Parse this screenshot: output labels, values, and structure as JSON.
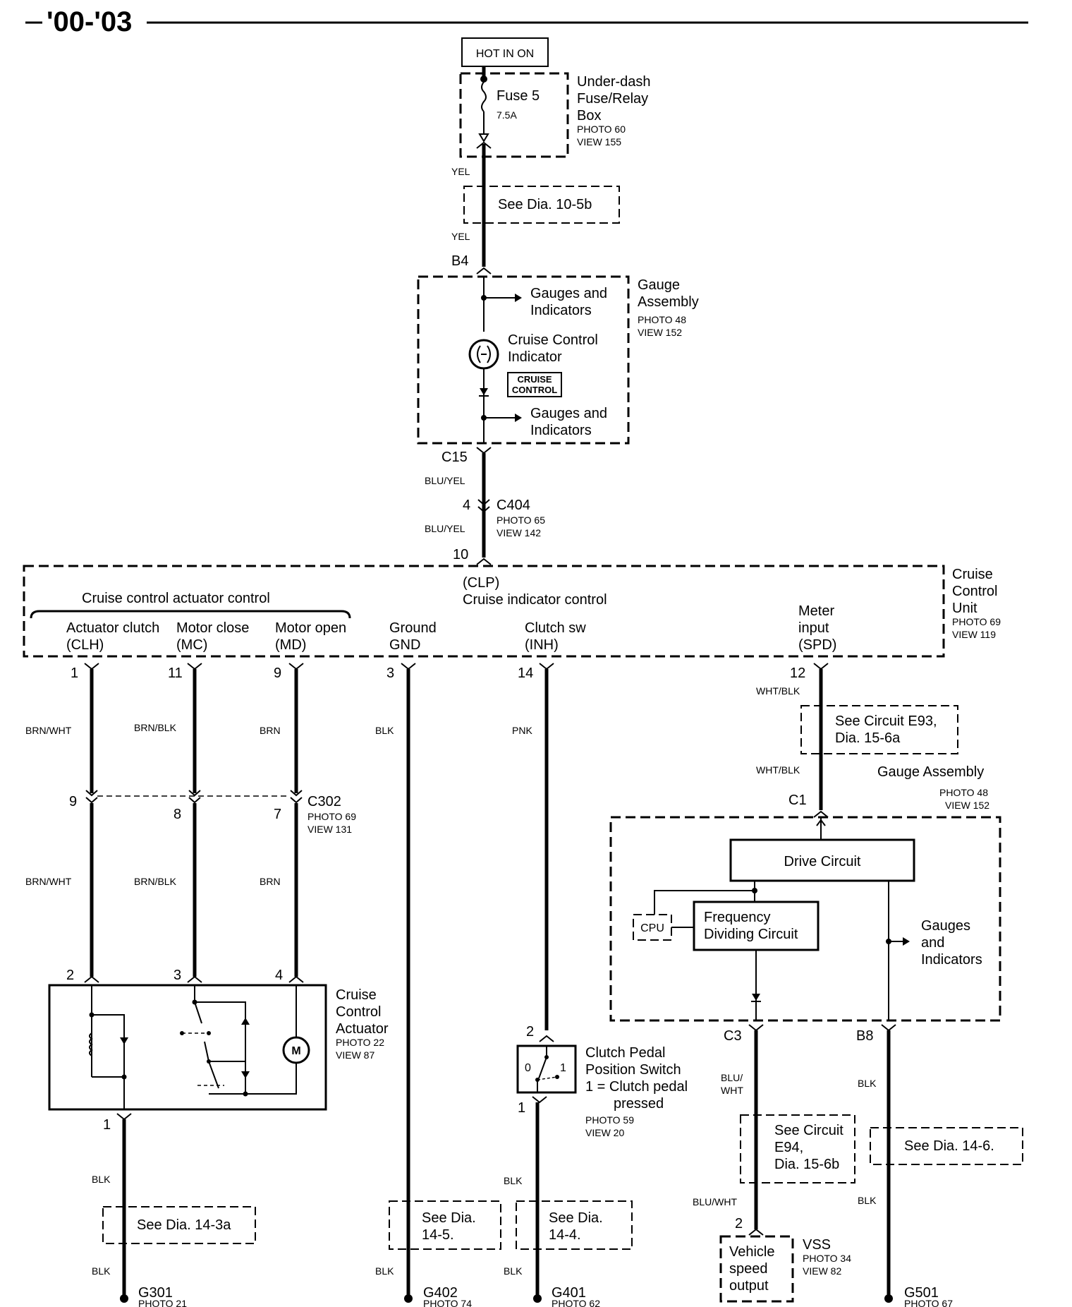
{
  "header": {
    "year_range": "'00-'03"
  },
  "power": {
    "source": "HOT IN ON",
    "fuse": "Fuse 5",
    "fuse_rating": "7.5A",
    "box_lines": [
      "Under-dash",
      "Fuse/Relay",
      "Box"
    ],
    "box_photo": "PHOTO 60",
    "box_view": "VIEW 155"
  },
  "wires_top": {
    "w1": "YEL",
    "see_dia": "See Dia.  10-5b",
    "w2": "YEL",
    "pin_b4": "B4",
    "pin_c15": "C15",
    "w3": "BLU/YEL",
    "c404_pin": "4",
    "c404": "C404",
    "c404_photo": "PHOTO 65",
    "c404_view": "VIEW 142",
    "w4": "BLU/YEL",
    "pin_10": "10"
  },
  "gauge_top": {
    "title_lines": [
      "Gauge",
      "Assembly"
    ],
    "photo": "PHOTO 48",
    "view": "VIEW 152",
    "out1_lines": [
      "Gauges and",
      "Indicators"
    ],
    "indicator_lines": [
      "Cruise Control",
      "Indicator"
    ],
    "badge_lines": [
      "CRUISE",
      "CONTROL"
    ],
    "out2_lines": [
      "Gauges and",
      "Indicators"
    ]
  },
  "ccu": {
    "title_lines": [
      "Cruise",
      "Control",
      "Unit"
    ],
    "photo": "PHOTO 69",
    "view": "VIEW 119",
    "clp_lines": [
      "(CLP)",
      "Cruise indicator control"
    ],
    "group_label": "Cruise control actuator control",
    "terminals": [
      {
        "name_lines": [
          "Actuator clutch",
          "(CLH)"
        ],
        "pin": "1"
      },
      {
        "name_lines": [
          "Motor close",
          "(MC)"
        ],
        "pin": "11"
      },
      {
        "name_lines": [
          "Motor open",
          "(MD)"
        ],
        "pin": "9"
      },
      {
        "name_lines": [
          "Ground",
          "GND"
        ],
        "pin": "3"
      },
      {
        "name_lines": [
          "Clutch sw",
          "(INH)"
        ],
        "pin": "14"
      },
      {
        "name_lines": [
          "Meter",
          "input",
          "(SPD)"
        ],
        "pin": "12"
      }
    ]
  },
  "wires_mid": {
    "clh_a": "BRN/WHT",
    "mc_a": "BRN/BLK",
    "md_a": "BRN",
    "gnd": "BLK",
    "inh": "PNK",
    "spd_a": "WHT/BLK",
    "see_e93_lines": [
      "See Circuit E93,",
      "Dia.  15-6a"
    ],
    "spd_b": "WHT/BLK",
    "c302_pins": [
      "9",
      "8",
      "7"
    ],
    "c302": "C302",
    "c302_photo": "PHOTO 69",
    "c302_view": "VIEW 131",
    "clh_b": "BRN/WHT",
    "mc_b": "BRN/BLK",
    "md_b": "BRN"
  },
  "actuator": {
    "pins": [
      "2",
      "3",
      "4"
    ],
    "title_lines": [
      "Cruise",
      "Control",
      "Actuator"
    ],
    "photo": "PHOTO 22",
    "view": "VIEW 87",
    "motor_symbol": "M",
    "ground_pin": "1"
  },
  "gauge_bottom": {
    "title": "Gauge Assembly",
    "photo": "PHOTO 48",
    "view": "VIEW 152",
    "pin_c1": "C1",
    "drive": "Drive Circuit",
    "cpu": "CPU",
    "freq_lines": [
      "Frequency",
      "Dividing Circuit"
    ],
    "out_lines": [
      "Gauges",
      "and",
      "Indicators"
    ],
    "pin_c3": "C3",
    "pin_b8": "B8"
  },
  "clutch_switch": {
    "pin_top": "2",
    "pin_bottom": "1",
    "title_lines": [
      "Clutch Pedal",
      "Position Switch",
      "1 = Clutch pedal",
      "pressed"
    ],
    "photo": "PHOTO 59",
    "view": "VIEW 20",
    "state_0": "0",
    "state_1": "1"
  },
  "wires_bottom": {
    "blk_act_a": "BLK",
    "see_14_3a": "See Dia. 14-3a",
    "blk_act_b": "BLK",
    "see_14_5_lines": [
      "See Dia.",
      "14-5."
    ],
    "blk_gnd": "BLK",
    "blk_sw_a": "BLK",
    "see_14_4_lines": [
      "See Dia.",
      "14-4."
    ],
    "blk_sw_b": "BLK",
    "c3_w1_lines": [
      "BLU/",
      "WHT"
    ],
    "see_e94_lines": [
      "See Circuit",
      "E94,",
      "Dia.  15-6b"
    ],
    "c3_w2": "BLU/WHT",
    "b8_w1": "BLK",
    "see_14_6": "See Dia.  14-6.",
    "b8_w2": "BLK"
  },
  "vss": {
    "pin": "2",
    "box_lines": [
      "Vehicle",
      "speed",
      "output"
    ],
    "title": "VSS",
    "photo": "PHOTO 34",
    "view": "VIEW 82"
  },
  "grounds": [
    {
      "name": "G301",
      "photo": "PHOTO 21"
    },
    {
      "name": "G402",
      "photo": "PHOTO 74"
    },
    {
      "name": "G401",
      "photo": "PHOTO 62"
    },
    {
      "name": "G501",
      "photo": "PHOTO 67"
    }
  ]
}
